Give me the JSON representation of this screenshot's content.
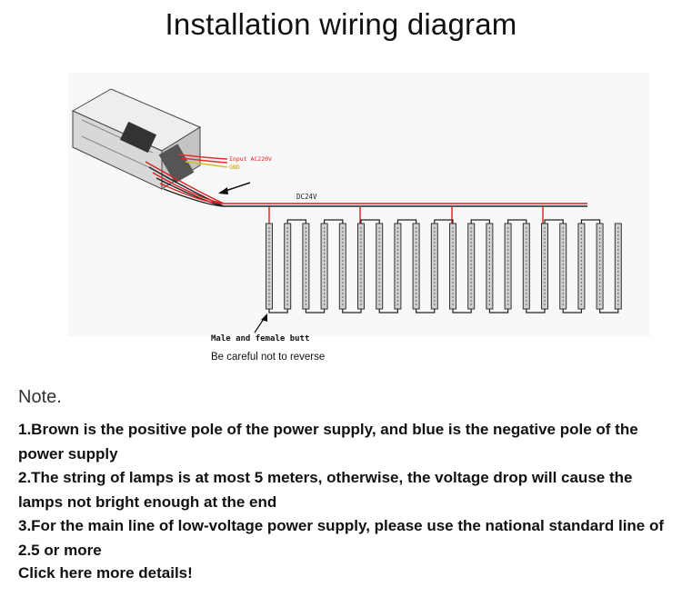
{
  "title": "Installation wiring diagram",
  "diagram": {
    "input_label": "Input AC220V",
    "gnd_label": "GND",
    "dc_label": "DC24V",
    "butt_label": "Male and female butt",
    "caution_label": "Be careful not to reverse",
    "lamp_count": 20,
    "colors": {
      "positive_wire": "#d92020",
      "negative_wire": "#222222",
      "input_wire": "#e03030",
      "gnd_wire": "#d4c020",
      "lamp_fill": "#cfcfcf",
      "lamp_stroke": "#333333"
    }
  },
  "note": {
    "heading": "Note.",
    "items": [
      "1.Brown is the positive pole of the power supply, and blue is the negative pole of the power supply",
      "2.The string of lamps is at most 5 meters, otherwise, the voltage drop will cause the lamps  not bright enough at the end",
      "3.For the main line of low-voltage power supply, please use the national standard line of 2.5 or more"
    ],
    "link": "Click here more details!"
  }
}
